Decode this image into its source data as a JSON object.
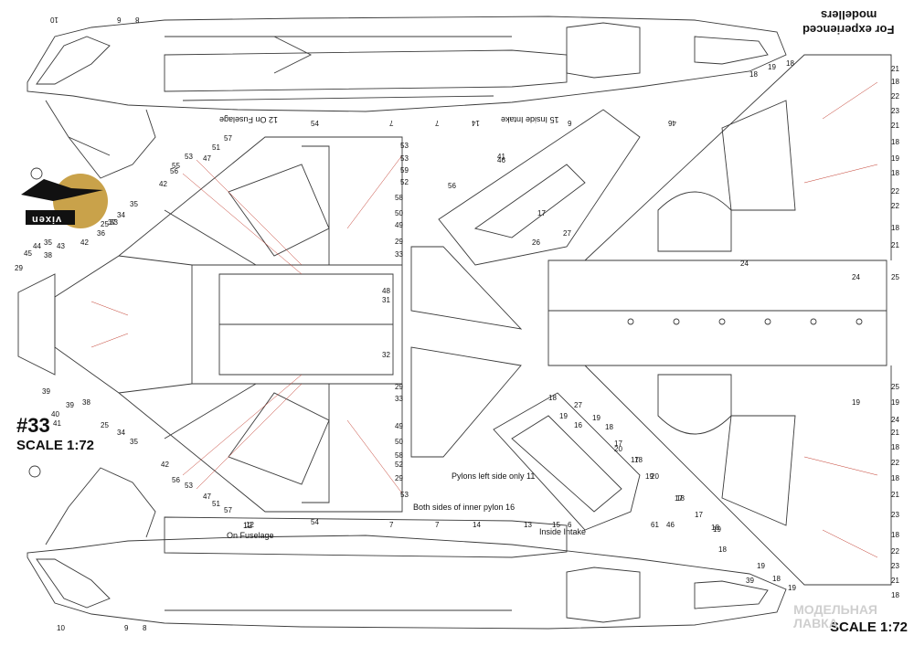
{
  "sheet": {
    "number": "#33",
    "scale_left": "SCALE 1:72",
    "scale_right": "SCALE 1:72",
    "experienced_line1": "For experienced",
    "experienced_line2": "modellers",
    "brand": "vixen",
    "watermark_line1": "МОДЕЛЬНАЯ",
    "watermark_line2": "ЛАВКА"
  },
  "notes": {
    "on_fuselage_top": "12 On Fuselage",
    "on_fuselage_bottom_num": "12",
    "on_fuselage_bottom": "On Fuselage",
    "inside_intake_top": "15 Inside Intake",
    "inside_intake_bottom": "Inside Intake",
    "pylons_left": "Pylons left side only 11",
    "inner_pylon": "Both sides of inner pylon 16"
  },
  "callouts": {
    "top_side_view": [
      "10",
      "6",
      "8",
      "7",
      "7",
      "14",
      "6",
      "46"
    ],
    "bottom_side_view": [
      "10",
      "9",
      "8",
      "12",
      "7",
      "7",
      "14",
      "13",
      "15",
      "6",
      "61",
      "46"
    ],
    "lower_wing": [
      "54",
      "57",
      "51",
      "47",
      "53",
      "55",
      "56",
      "42",
      "35",
      "34",
      "25",
      "33",
      "36",
      "37",
      "53",
      "53",
      "59",
      "52",
      "58",
      "50",
      "49",
      "29",
      "33",
      "48",
      "31",
      "32",
      "29",
      "33",
      "49",
      "50",
      "58",
      "52",
      "29",
      "53",
      "54",
      "57",
      "51",
      "47",
      "53",
      "56",
      "42",
      "35",
      "34",
      "25",
      "38",
      "39",
      "40",
      "41",
      "39",
      "29",
      "45",
      "44",
      "43",
      "42",
      "38",
      "35"
    ],
    "right_wing": [
      "18",
      "19",
      "18",
      "21",
      "18",
      "22",
      "23",
      "21",
      "18",
      "19",
      "18",
      "22",
      "22",
      "18",
      "21",
      "24",
      "25",
      "24",
      "19",
      "25",
      "19",
      "24",
      "21",
      "18",
      "22",
      "18",
      "21",
      "23",
      "18",
      "22",
      "23",
      "21",
      "18",
      "19",
      "18",
      "19",
      "18",
      "17",
      "20",
      "18",
      "17",
      "16",
      "19",
      "18",
      "17",
      "27",
      "26",
      "41",
      "46",
      "56",
      "27",
      "19",
      "18",
      "20",
      "17",
      "19",
      "18",
      "17",
      "19",
      "18",
      "39"
    ]
  },
  "colors": {
    "line": "#3a3a3a",
    "callout": "#c0392b",
    "logo_gold": "#c9a24a",
    "logo_black": "#111111"
  }
}
